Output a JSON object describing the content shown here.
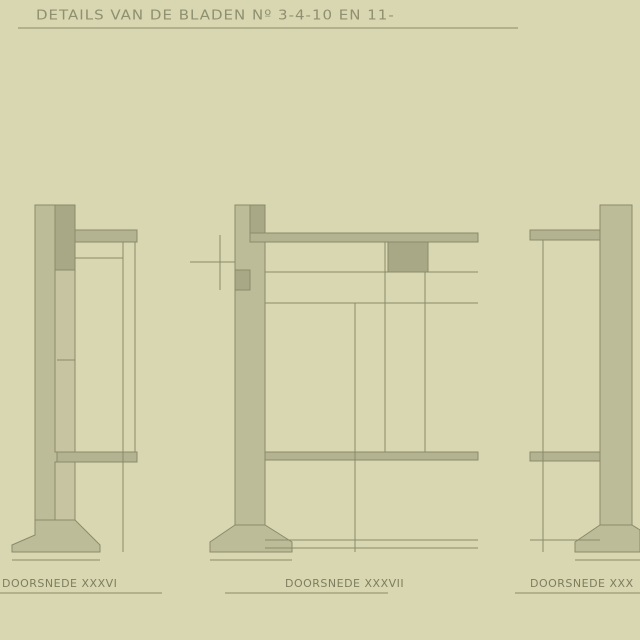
{
  "title": "DETAILS VAN DE BLADEN Nº 3-4-10 EN 11-",
  "sections": [
    {
      "label": "DOORSNEDE XXXVI"
    },
    {
      "label": "DOORSNEDE XXXVII"
    },
    {
      "label": "DOORSNEDE XXX"
    }
  ],
  "colors": {
    "paper": "#d9d7b1",
    "pencil": "#8a8b6c",
    "fill": "#bdbc98",
    "dark_fill": "#a9a886"
  }
}
